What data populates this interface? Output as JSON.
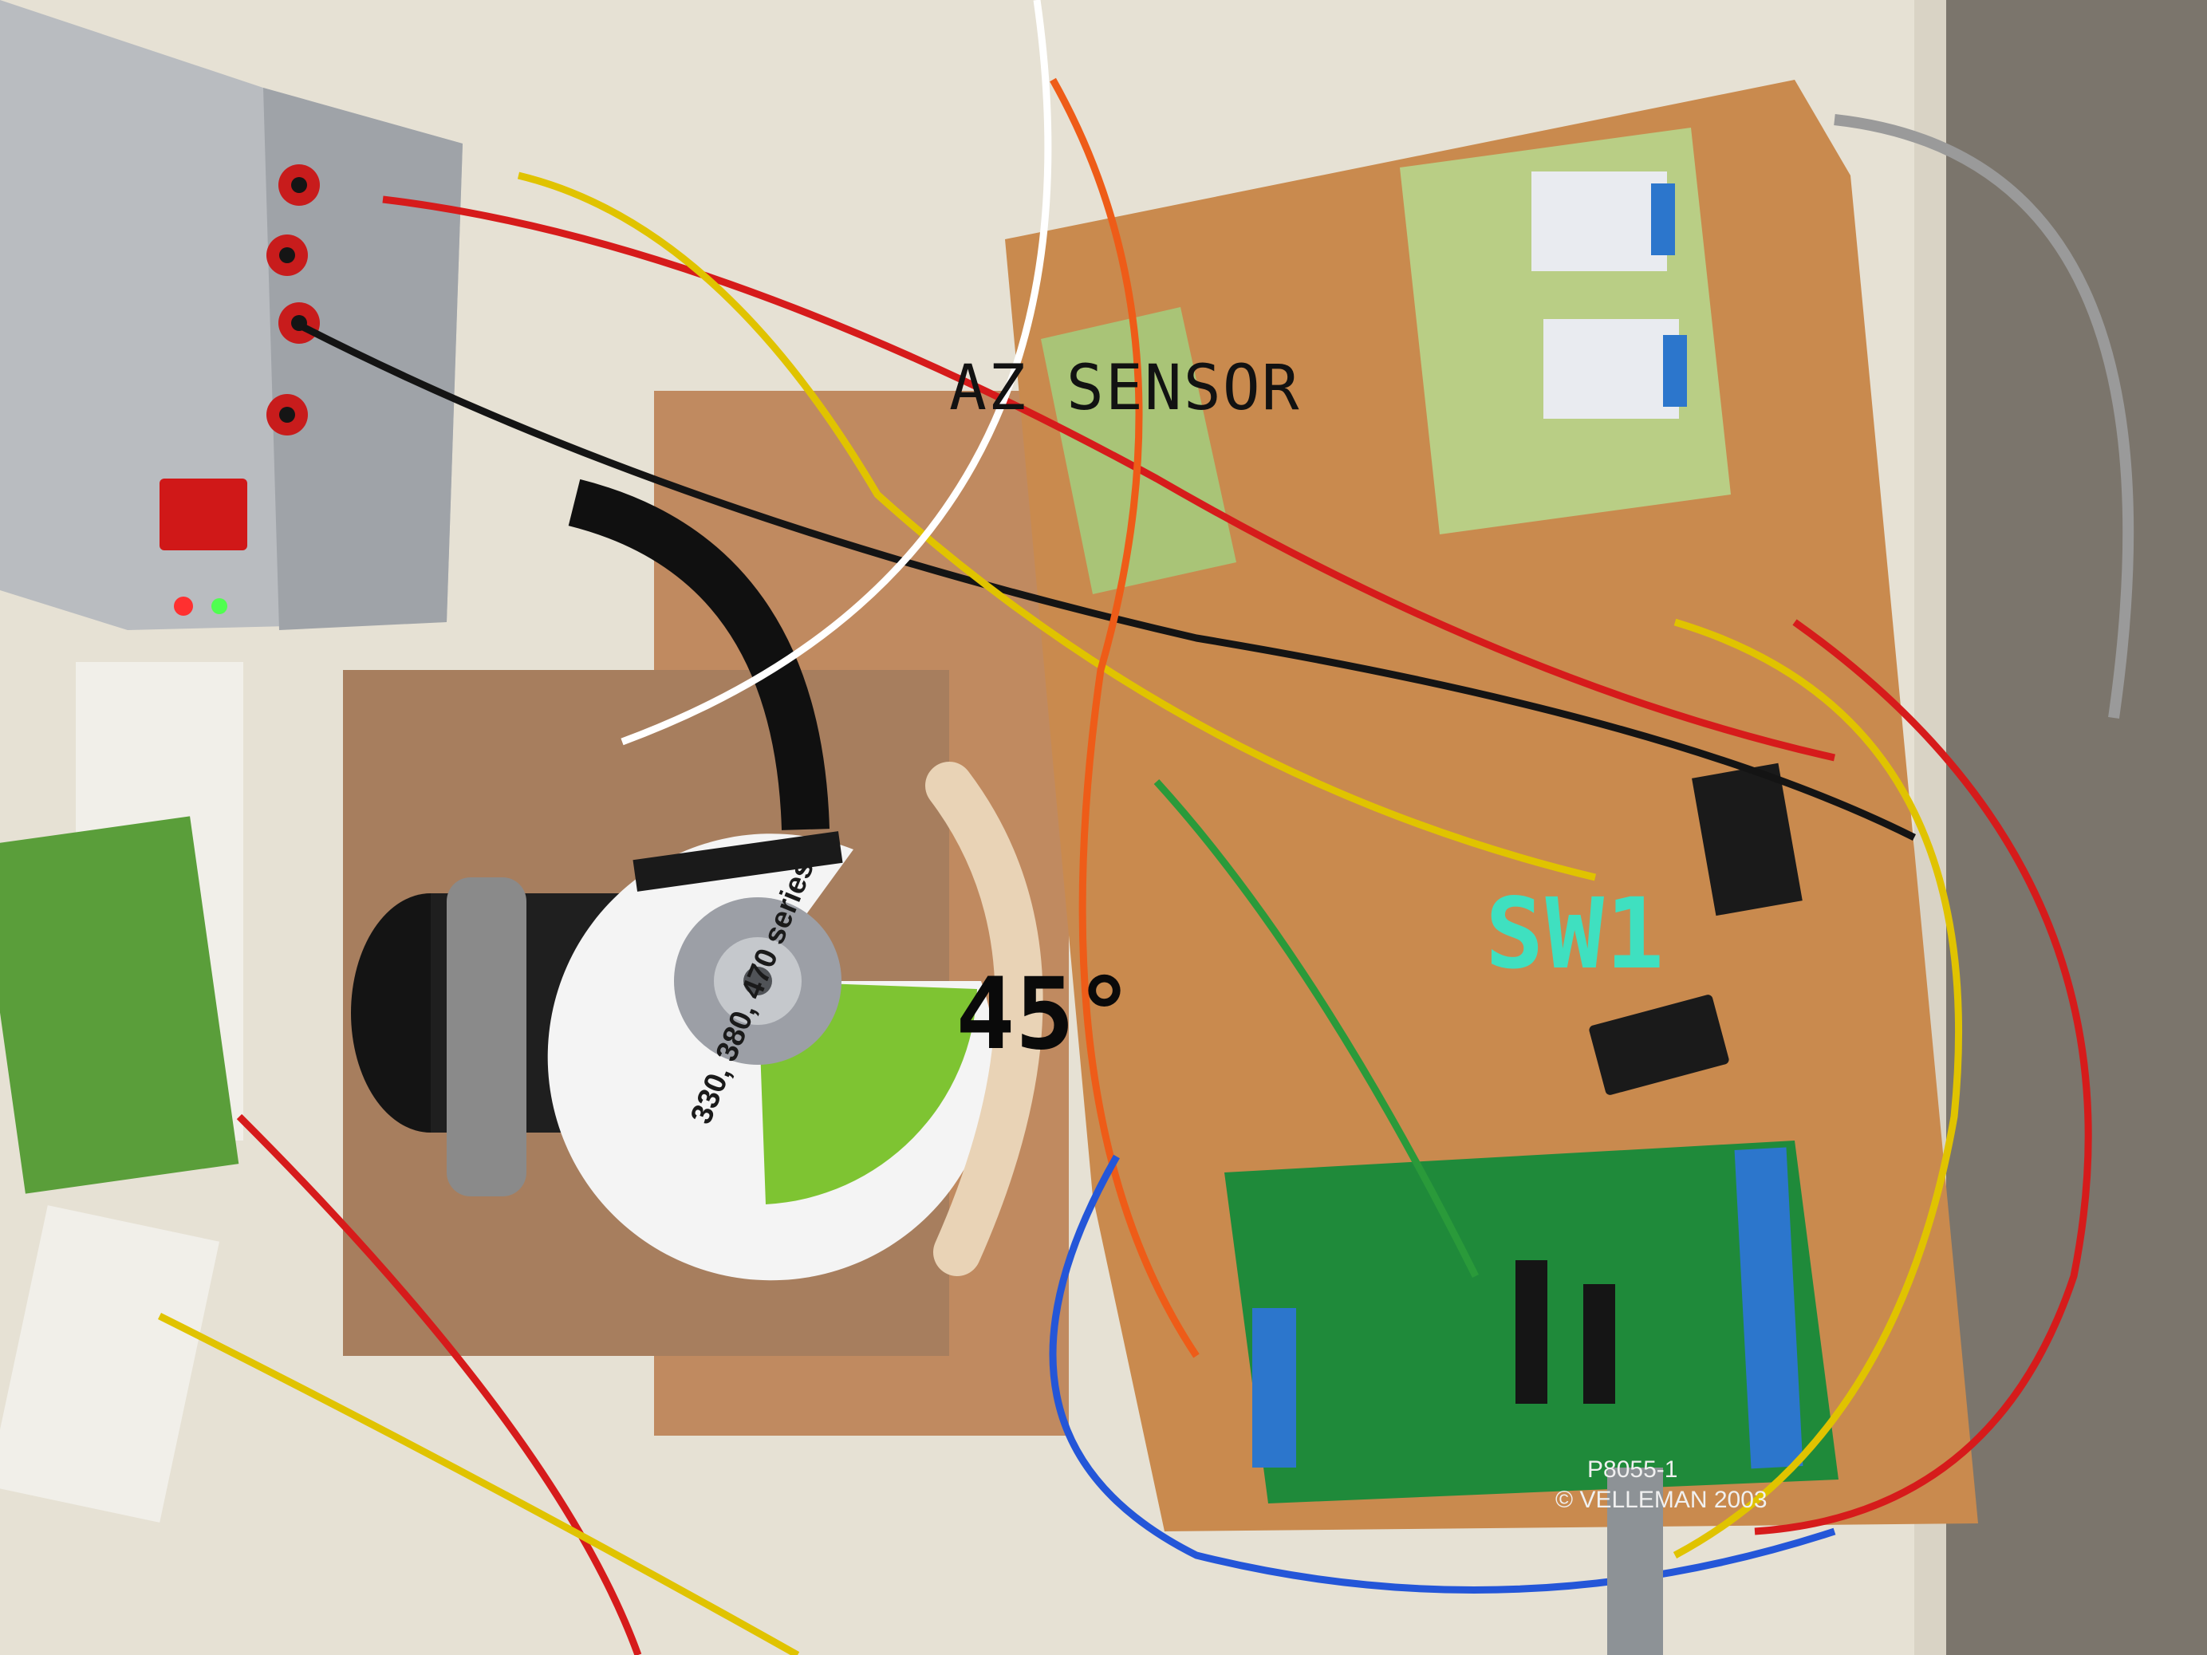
{
  "annotations": {
    "az_sensor": "AZ SENSOR",
    "sw1": "SW1",
    "angle": "45°"
  },
  "board_print": {
    "model": "P8055-1",
    "copyright": "© VELLEMAN 2003"
  },
  "disc_print": {
    "line": "330, 380, 470 series"
  },
  "colors": {
    "annotation_dark": "#121212",
    "annotation_sw1": "#3fe0c0",
    "board_green": "#1f8a3a",
    "wood": "#c98a4e"
  }
}
